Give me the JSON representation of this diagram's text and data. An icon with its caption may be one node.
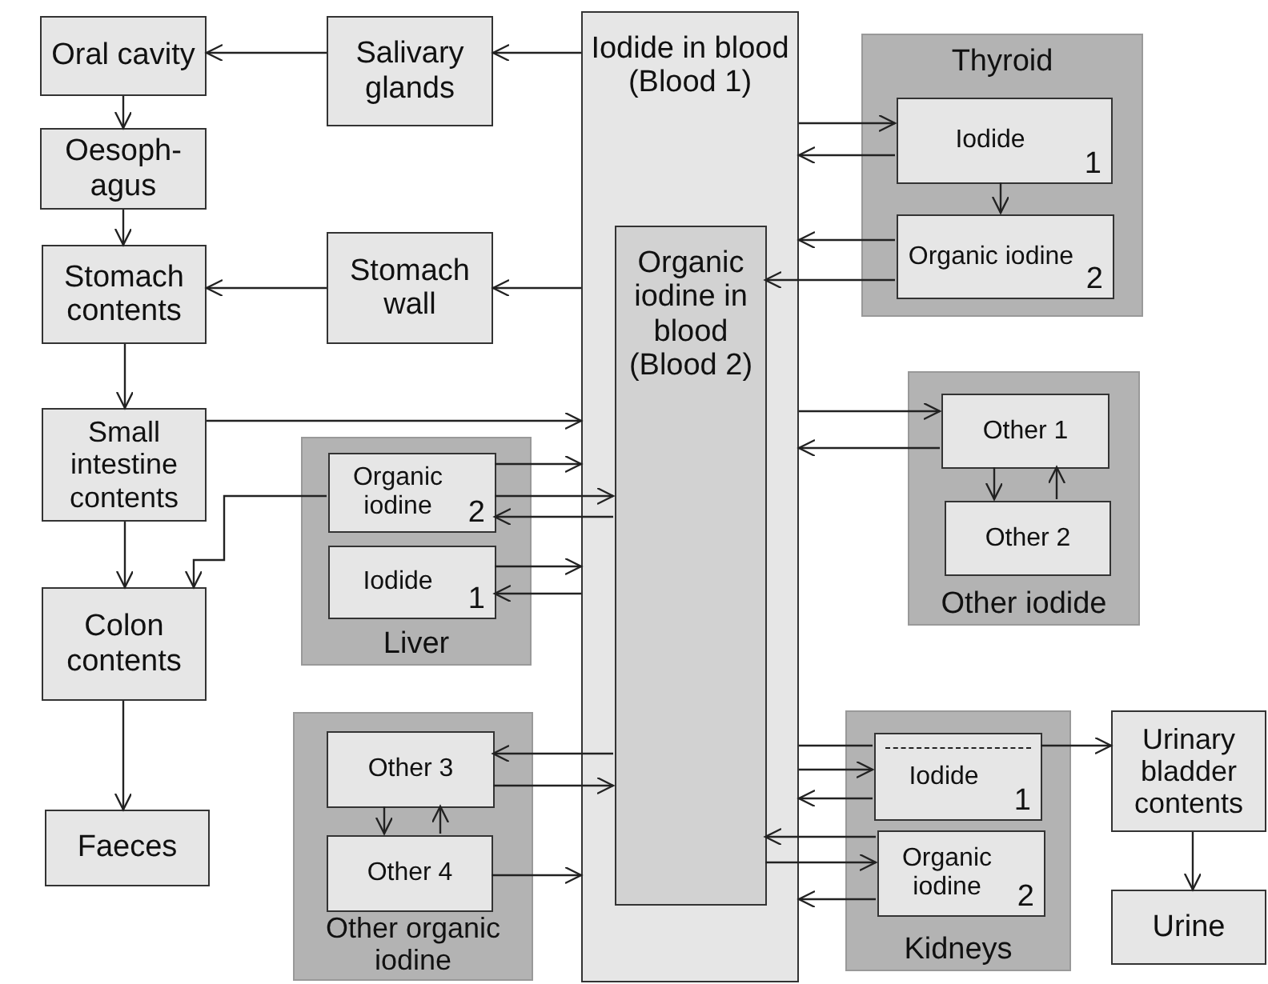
{
  "diagram": {
    "nodes": [
      {
        "text": [
          "Oral cavity"
        ]
      },
      {
        "text": [
          "Salivary glands"
        ]
      },
      {
        "text": [
          "Oesoph-agus"
        ]
      },
      {
        "text": [
          "Stomach contents"
        ]
      },
      {
        "text": [
          "Stomach wall"
        ]
      },
      {
        "text": [
          "Small intestine contents"
        ]
      },
      {
        "text": [
          "Colon contents"
        ]
      },
      {
        "text": [
          "Faeces"
        ]
      },
      {
        "text": [
          "Iodide in blood (Blood 1)"
        ]
      },
      {
        "text": [
          "Organic iodine in blood (Blood 2)"
        ],
        "in": 8
      },
      {
        "text": [
          "Thyroid"
        ]
      },
      {
        "text": [
          "Iodide",
          "1"
        ],
        "in": 10
      },
      {
        "text": [
          "Organic iodine",
          "2"
        ],
        "in": 10
      },
      {
        "text": [
          "Other iodide"
        ]
      },
      {
        "text": [
          "Other 1"
        ],
        "in": 13
      },
      {
        "text": [
          "Other 2"
        ],
        "in": 13
      },
      {
        "text": [
          "Liver"
        ]
      },
      {
        "text": [
          "Organic iodine",
          "2"
        ],
        "in": 16
      },
      {
        "text": [
          "Iodide",
          "1"
        ],
        "in": 16
      },
      {
        "text": [
          "Other organic iodine"
        ]
      },
      {
        "text": [
          "Other 3"
        ],
        "in": 19
      },
      {
        "text": [
          "Other 4"
        ],
        "in": 19
      },
      {
        "text": [
          "Kidneys"
        ]
      },
      {
        "text": [
          "Iodide",
          "1"
        ],
        "in": 22
      },
      {
        "text": [
          "Organic iodine",
          "2"
        ],
        "in": 22
      },
      {
        "text": [
          "Urinary bladder contents"
        ]
      },
      {
        "text": [
          "Urine"
        ]
      }
    ],
    "edges": [
      {
        "from": 8,
        "to": 1,
        "arrow": "to"
      },
      {
        "from": 1,
        "to": 0,
        "arrow": "to"
      },
      {
        "from": 0,
        "to": 2,
        "arrow": "to"
      },
      {
        "from": 2,
        "to": 3,
        "arrow": "to"
      },
      {
        "from": 8,
        "to": 4,
        "arrow": "to"
      },
      {
        "from": 4,
        "to": 3,
        "arrow": "to"
      },
      {
        "from": 3,
        "to": 5,
        "arrow": "to"
      },
      {
        "from": 5,
        "to": 8,
        "arrow": "to"
      },
      {
        "from": 5,
        "to": 6,
        "arrow": "to"
      },
      {
        "from": 17,
        "to": 6,
        "arrow": "to"
      },
      {
        "from": 17,
        "to": 8,
        "arrow": "to"
      },
      {
        "from": 17,
        "to": 9,
        "arrow": "to"
      },
      {
        "from": 9,
        "to": 17,
        "arrow": "to"
      },
      {
        "from": 18,
        "to": 8,
        "arrow": "to"
      },
      {
        "from": 8,
        "to": 18,
        "arrow": "to"
      },
      {
        "from": 6,
        "to": 7,
        "arrow": "to"
      },
      {
        "from": 9,
        "to": 20,
        "arrow": "to"
      },
      {
        "from": 20,
        "to": 9,
        "arrow": "to"
      },
      {
        "from": 21,
        "to": 8,
        "arrow": "to"
      },
      {
        "from": 20,
        "to": 21,
        "arrow": "to"
      },
      {
        "from": 21,
        "to": 20,
        "arrow": "to"
      },
      {
        "from": 8,
        "to": 11,
        "arrow": "to"
      },
      {
        "from": 11,
        "to": 8,
        "arrow": "to"
      },
      {
        "from": 11,
        "to": 12,
        "arrow": "to"
      },
      {
        "from": 12,
        "to": 8,
        "arrow": "to"
      },
      {
        "from": 12,
        "to": 9,
        "arrow": "to"
      },
      {
        "from": 8,
        "to": 14,
        "arrow": "to"
      },
      {
        "from": 14,
        "to": 8,
        "arrow": "to"
      },
      {
        "from": 14,
        "to": 15,
        "arrow": "to"
      },
      {
        "from": 15,
        "to": 14,
        "arrow": "to"
      },
      {
        "from": 8,
        "to": 23,
        "arrow": "none"
      },
      {
        "from": 8,
        "to": 23,
        "arrow": "to"
      },
      {
        "from": 23,
        "to": 8,
        "arrow": "to"
      },
      {
        "from": 24,
        "to": 9,
        "arrow": "to"
      },
      {
        "from": 9,
        "to": 24,
        "arrow": "to"
      },
      {
        "from": 24,
        "to": 8,
        "arrow": "to"
      },
      {
        "from": 25,
        "to": 26,
        "arrow": "to"
      },
      {
        "from": 23,
        "to": 25,
        "arrow": "to"
      }
    ]
  }
}
